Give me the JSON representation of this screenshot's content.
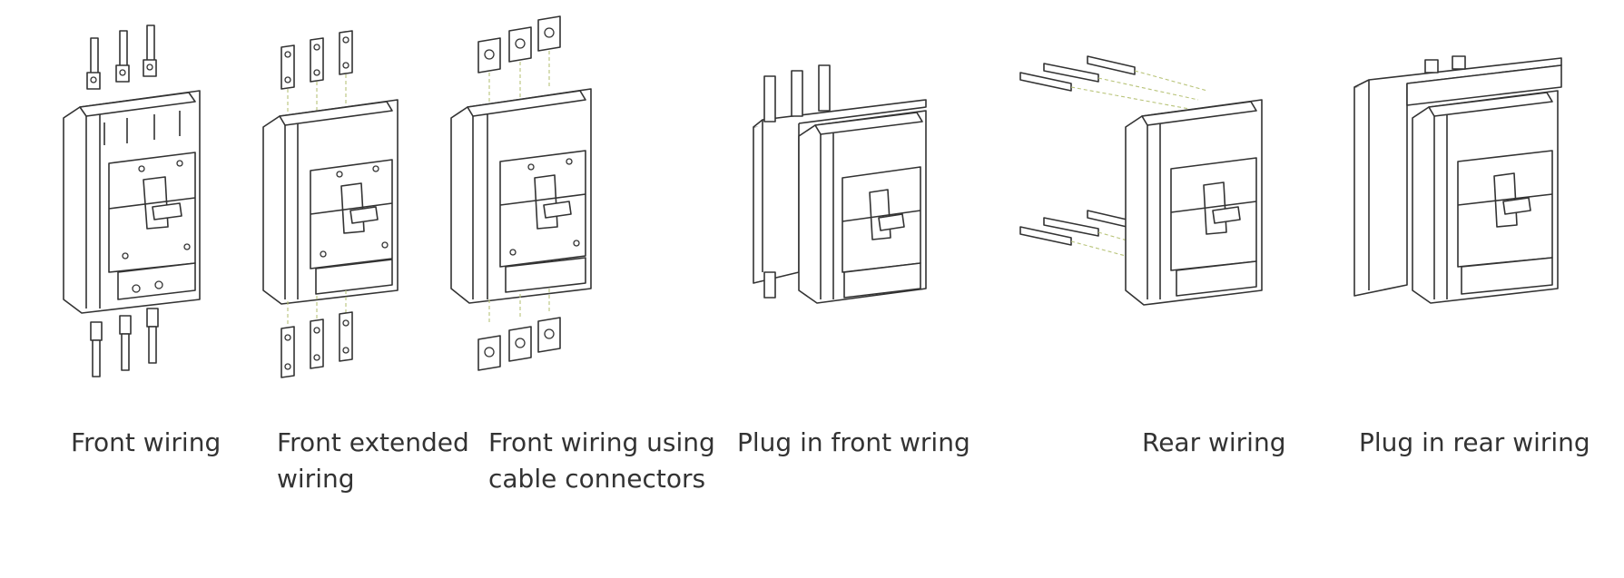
{
  "diagram": {
    "panels": [
      {
        "id": "front-wiring",
        "caption": "Front wiring"
      },
      {
        "id": "front-extended-wiring",
        "caption": "Front extended\nwiring"
      },
      {
        "id": "front-wiring-cable-connectors",
        "caption": "Front wiring using\ncable connectors"
      },
      {
        "id": "plug-in-front-wiring",
        "caption": "Plug in front wring"
      },
      {
        "id": "rear-wiring",
        "caption": "Rear wiring"
      },
      {
        "id": "plug-in-rear-wiring",
        "caption": "Plug in rear wiring"
      }
    ],
    "colors": {
      "line": "#333333",
      "dashed_guide": "#b9c47a",
      "caption_text": "#333333",
      "background": "#ffffff"
    }
  }
}
